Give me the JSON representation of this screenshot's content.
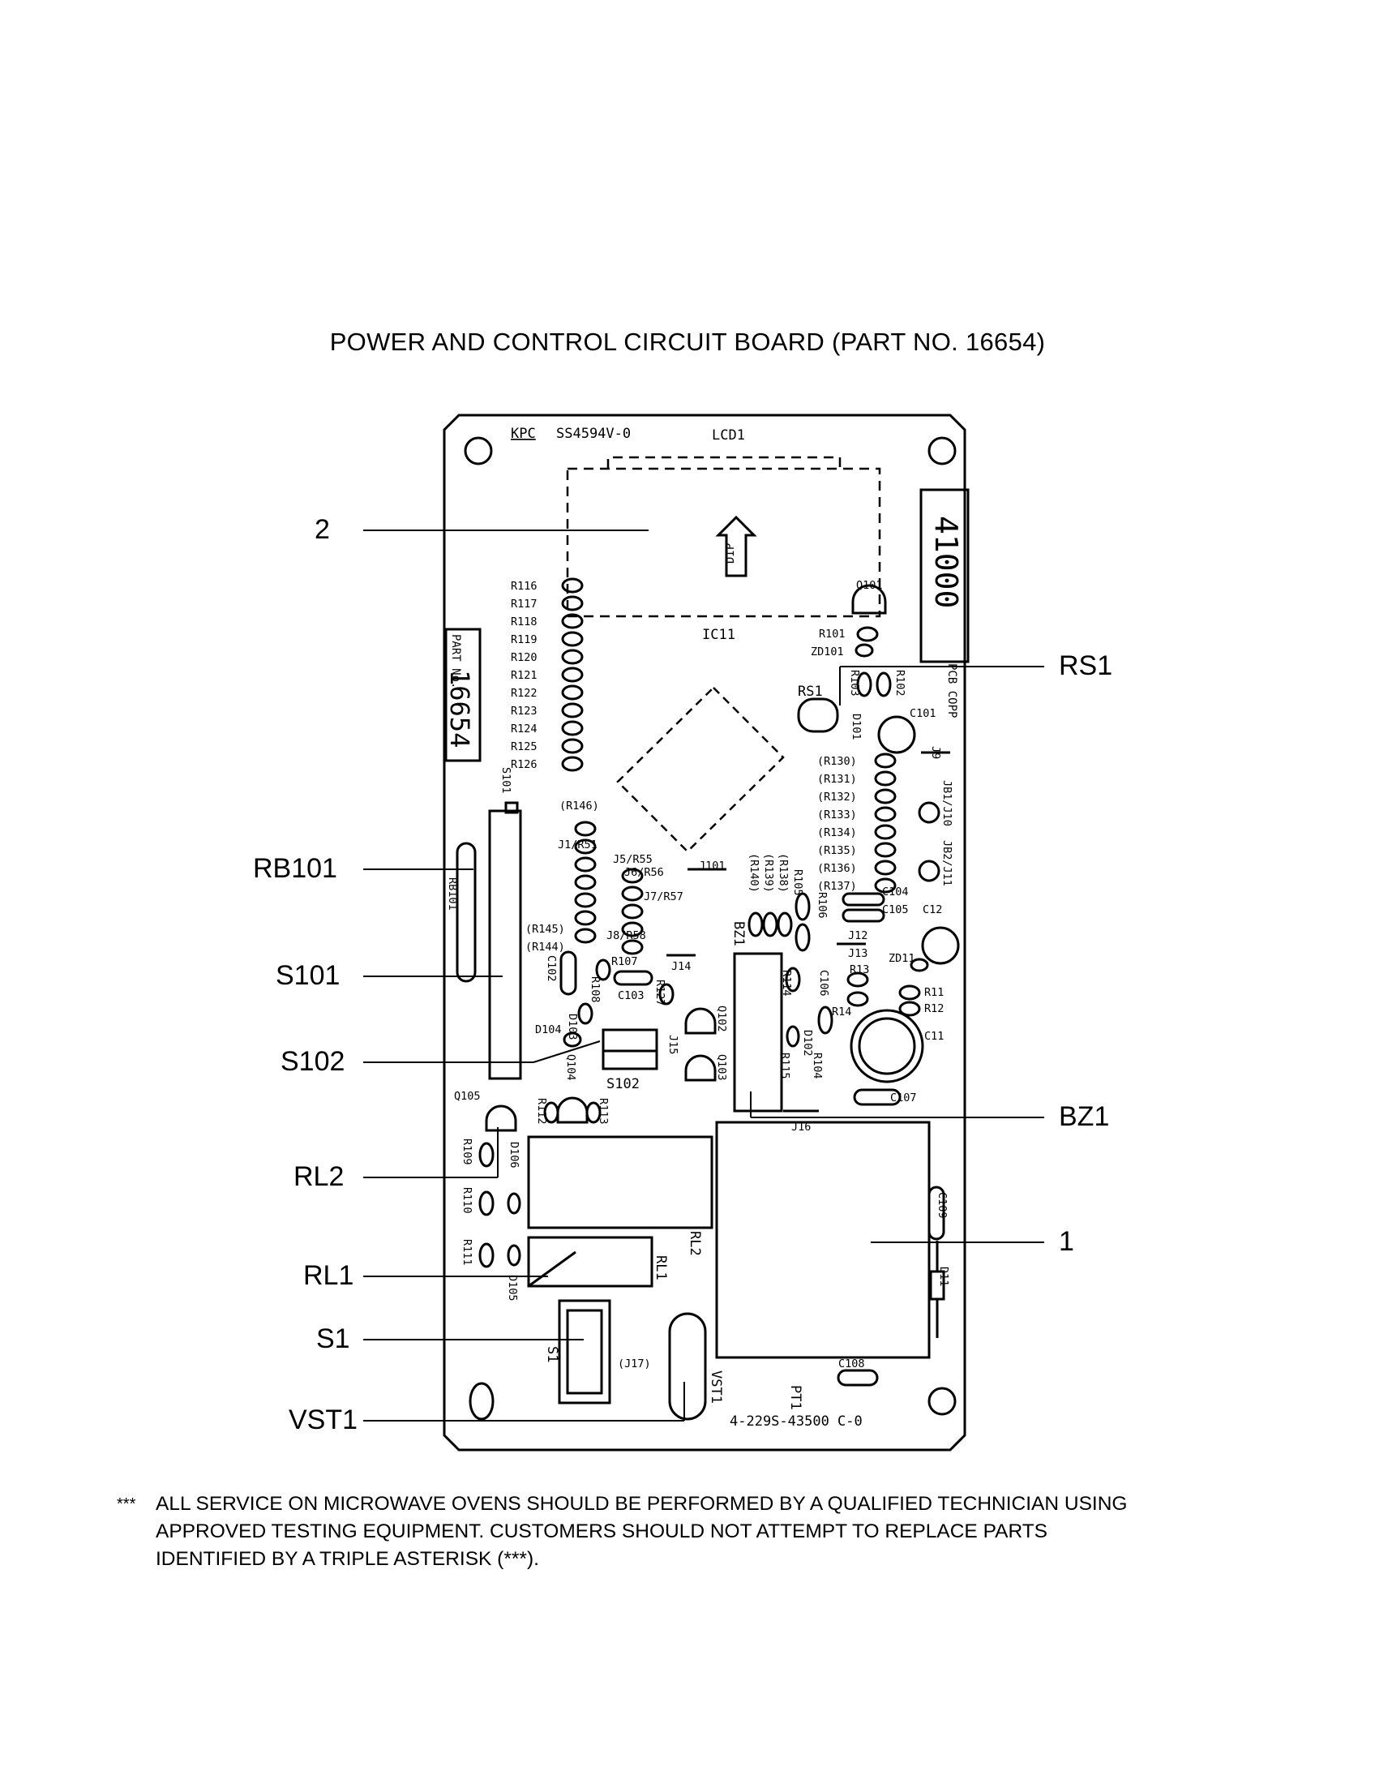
{
  "title": "POWER AND CONTROL CIRCUIT BOARD (PART NO. 16654)",
  "callouts": {
    "c2": "2",
    "rs1": "RS1",
    "rb101": "RB101",
    "s101": "S101",
    "s102": "S102",
    "bz1": "BZ1",
    "rl2": "RL2",
    "c1": "1",
    "rl1": "RL1",
    "s1": "S1",
    "vst1": "VST1"
  },
  "board": {
    "maker": "KPC",
    "board_code": "SS4594V-0",
    "lcd_label": "LCD1",
    "ic_label": "IC11",
    "dip_label": "DIP",
    "part_number": "16654",
    "part_label": "PART No.",
    "code_box": "41000",
    "pcb_label": "PCB COPP",
    "bottom_code": "4-229S-43500  C-0",
    "resistors_left": [
      "R116",
      "R117",
      "R118",
      "R119",
      "R120",
      "R121",
      "R122",
      "R123",
      "R124",
      "R125",
      "R126"
    ],
    "resistors_right": [
      "(R130)",
      "(R131)",
      "(R132)",
      "(R133)",
      "(R134)",
      "(R135)",
      "(R136)",
      "(R137)"
    ],
    "components": {
      "q101": "Q101",
      "r101": "R101",
      "zd101": "ZD101",
      "rs1": "RS1",
      "r103": "R103",
      "r102": "R102",
      "d101": "D101",
      "c101": "C101",
      "j9": "J9",
      "jb1": "JB1/J10",
      "jb2": "JB2/J11",
      "s101": "S101",
      "rb101": "RB101",
      "r146": "(R146)",
      "r145": "(R145)",
      "r144": "(R144)",
      "j1": "J1/R51",
      "j5": "J5/R55",
      "j6": "J6/R56",
      "j7": "J7/R57",
      "j8": "J8/R58",
      "j101": "J101",
      "c102": "C102",
      "r107": "R107",
      "c103": "C103",
      "r108": "R108",
      "r127": "R127",
      "j14": "J14",
      "d103": "D103",
      "d104": "D104",
      "q104": "Q104",
      "s102": "S102",
      "j15": "J15",
      "q102": "Q102",
      "q103": "Q103",
      "c104": "C104",
      "c105": "C105",
      "c12": "C12",
      "j12": "J12",
      "j13": "J13",
      "zd11": "ZD11",
      "r11": "R11",
      "r12": "R12",
      "r13": "R13",
      "r14": "R14",
      "c11": "C11",
      "c106": "C106",
      "c107": "C107",
      "j16": "J16",
      "bz1": "BZ1",
      "r105": "R105",
      "r106": "R106",
      "r114": "R114",
      "r115": "R115",
      "d102": "D102",
      "r104": "R104",
      "r140": "(R140)",
      "r139": "(R139)",
      "r138": "(R138)",
      "q105": "Q105",
      "r112": "R112",
      "r113": "R113",
      "r109": "R109",
      "d106": "D106",
      "r110": "R110",
      "r111": "R111",
      "d105": "D105",
      "rl2": "RL2",
      "rl1": "RL1",
      "c109": "C109",
      "d11": "D11",
      "pt1": "PT1",
      "c108": "C108",
      "s1": "S1",
      "j17": "(J17)",
      "vst1": "VST1"
    }
  },
  "note": {
    "asterisks": "***",
    "text": "ALL SERVICE ON MICROWAVE OVENS SHOULD BE PERFORMED BY A QUALIFIED TECHNICIAN USING\nAPPROVED TESTING EQUIPMENT.  CUSTOMERS SHOULD NOT ATTEMPT TO REPLACE PARTS\nIDENTIFIED BY A TRIPLE ASTERISK (***)."
  }
}
